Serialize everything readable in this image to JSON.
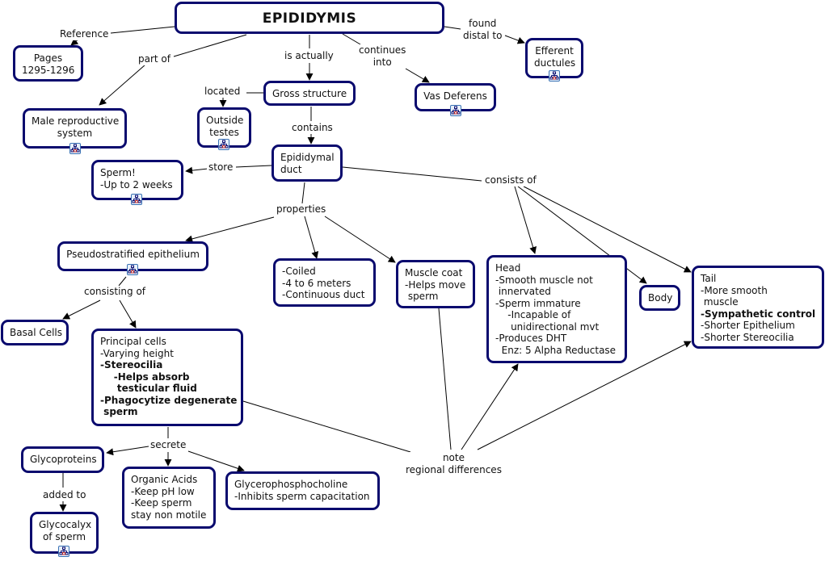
{
  "map": {
    "title": "EPIDIDYMIS",
    "accent_color": "#0a0a6e",
    "concepts": {
      "pages": [
        "Pages",
        "1295-1296"
      ],
      "male_repro": [
        "Male reproductive",
        "system"
      ],
      "outside_testes": [
        "Outside",
        "testes"
      ],
      "gross_structure": [
        "Gross structure"
      ],
      "vas_deferens": [
        "Vas Deferens"
      ],
      "efferent": [
        "Efferent",
        "ductules"
      ],
      "epididymal_duct": [
        "Epididymal",
        "duct"
      ],
      "sperm": [
        "Sperm!",
        "-Up to 2 weeks"
      ],
      "pseudo": [
        "Pseudostratified epithelium"
      ],
      "coiled": [
        "-Coiled",
        "-4 to 6 meters",
        "-Continuous duct"
      ],
      "muscle_coat": [
        "Muscle coat",
        "-Helps move",
        " sperm"
      ],
      "head": [
        "Head",
        "-Smooth muscle not",
        " innervated",
        "-Sperm immature",
        "    -Incapable of",
        "     unidirectional mvt",
        "-Produces DHT",
        "  Enz: 5 Alpha Reductase"
      ],
      "body": [
        "Body"
      ],
      "tail": [
        "Tail",
        "-More smooth",
        " muscle",
        "-Sympathetic control",
        "-Shorter Epithelium",
        "-Shorter Stereocilia"
      ],
      "basal": [
        "Basal Cells"
      ],
      "principal": [
        "Principal cells",
        "-Varying height",
        "-Stereocilia",
        "    -Helps absorb",
        "     testicular fluid",
        "-Phagocytize degenerate",
        " sperm"
      ],
      "glycoproteins": [
        "Glycoproteins"
      ],
      "organic_acids": [
        "Organic Acids",
        "-Keep pH low",
        "-Keep sperm",
        "stay non motile"
      ],
      "glycero": [
        "Glycerophosphocholine",
        "-Inhibits sperm capacitation"
      ],
      "glycocalyx": [
        "Glycocalyx",
        "of sperm"
      ]
    },
    "bold_lines": {
      "tail": [
        3
      ],
      "principal": [
        2,
        3,
        4,
        5,
        6
      ]
    },
    "links": {
      "reference": "Reference",
      "part_of": "part of",
      "is_actually": "is actually",
      "continues_into": "continues\ninto",
      "found_distal_to": "found\ndistal to",
      "located": "located",
      "contains": "contains",
      "store": "store",
      "consists_of": "consists of",
      "properties": "properties",
      "consisting_of": "consisting of",
      "secrete": "secrete",
      "added_to": "added to",
      "note_regional": "note\nregional differences"
    },
    "submap_icon": "concept-map-icon"
  }
}
